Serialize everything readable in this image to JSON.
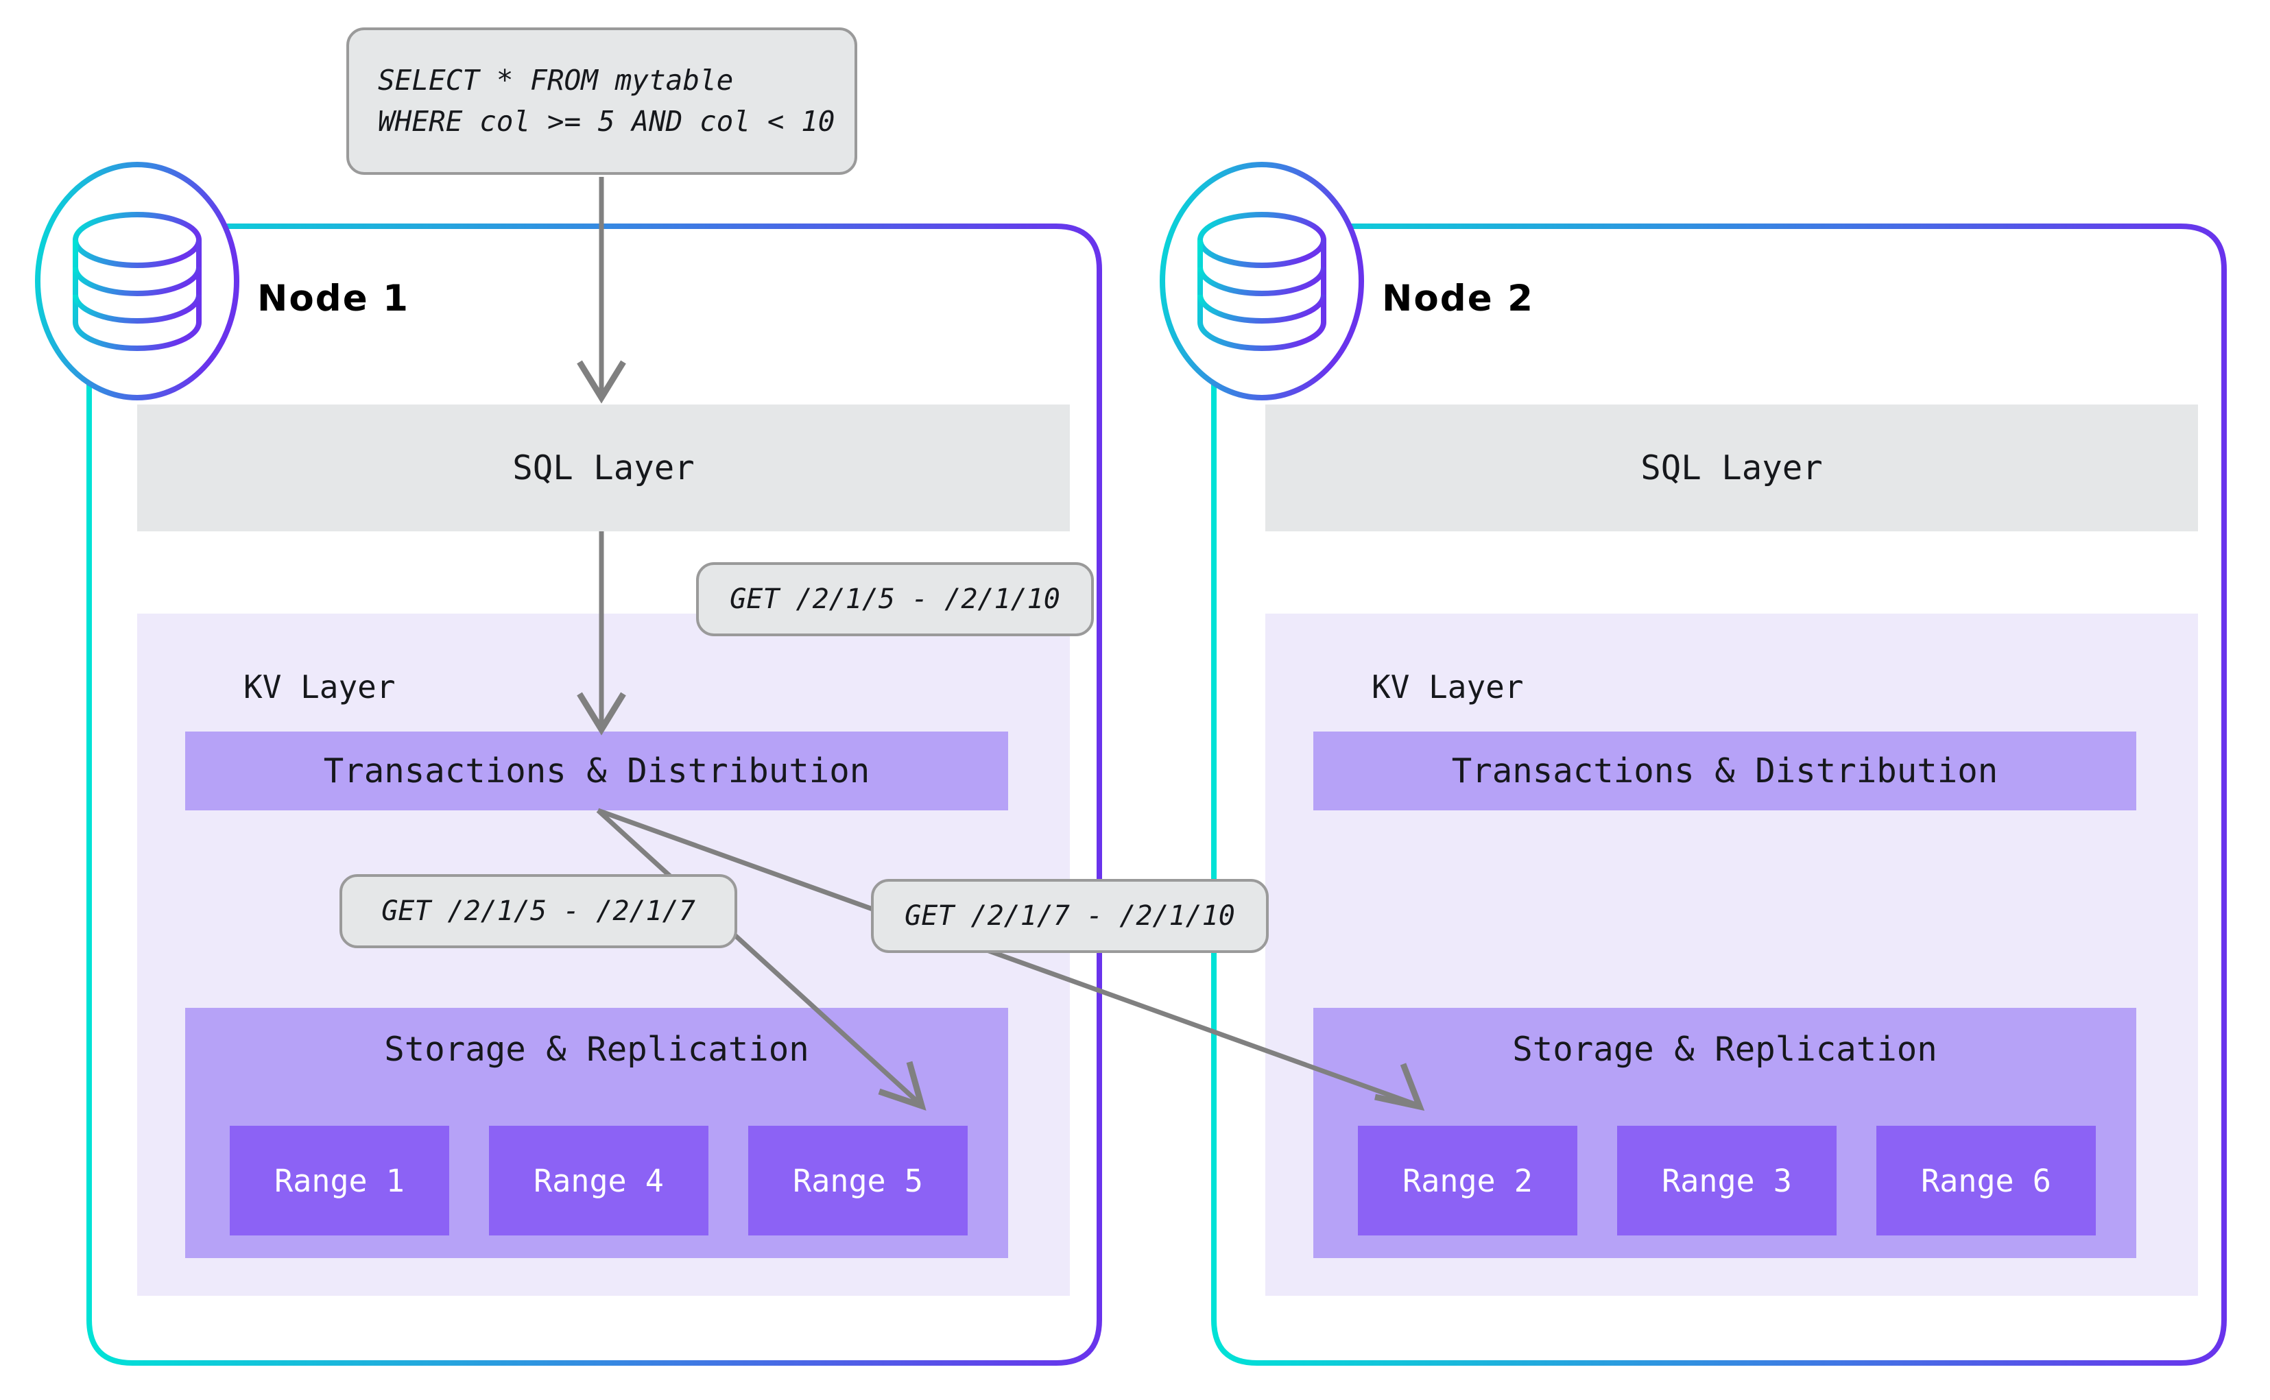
{
  "diagram": {
    "title": "Distributed SQL query routing across nodes",
    "colors": {
      "gradient_start": "#00e2d6",
      "gradient_end": "#6933ec",
      "sql_layer_bg": "#e5e7e8",
      "kv_layer_bg": "#eeeafb",
      "block_bg": "#b6a2f7",
      "range_bg": "#8c62f5",
      "arrow": "#808080",
      "pill_bg": "#e5e7e8",
      "pill_border": "#9a9a9a",
      "text": "#16181c",
      "range_text": "#ffffff"
    }
  },
  "query": {
    "line1": "SELECT * FROM mytable",
    "line2": "WHERE col >= 5 AND col < 10"
  },
  "callouts": {
    "kv_request": "GET /2/1/5 - /2/1/10",
    "range_local": "GET /2/1/5 - /2/1/7",
    "range_remote": "GET /2/1/7 - /2/1/10"
  },
  "nodes": [
    {
      "id": "node-1",
      "title": "Node 1",
      "icon": "database-icon",
      "sql_layer": "SQL Layer",
      "kv_layer": "KV Layer",
      "transactions": "Transactions & Distribution",
      "storage": "Storage & Replication",
      "ranges": [
        "Range 1",
        "Range 4",
        "Range 5"
      ]
    },
    {
      "id": "node-2",
      "title": "Node 2",
      "icon": "database-icon",
      "sql_layer": "SQL Layer",
      "kv_layer": "KV Layer",
      "transactions": "Transactions & Distribution",
      "storage": "Storage & Replication",
      "ranges": [
        "Range 2",
        "Range 3",
        "Range 6"
      ]
    }
  ]
}
